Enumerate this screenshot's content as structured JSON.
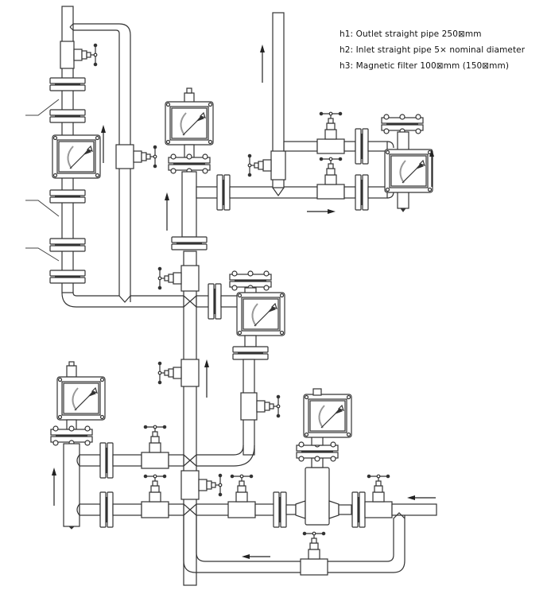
{
  "legend": {
    "items": [
      {
        "label": "h1: Outlet straight pipe 250⊠mm"
      },
      {
        "label": "h2: Inlet straight pipe 5× nominal diameter"
      },
      {
        "label": "h3: Magnetic filter 100⊠mm (150⊠mm)"
      }
    ]
  },
  "diagram": {
    "title": "Metal tube rotameter installation schematic",
    "components": {
      "flowmeters": [
        "flowmeter-vertical-left-top",
        "flowmeter-vertical-center-top",
        "flowmeter-right-top",
        "flowmeter-center",
        "flowmeter-left-bottom",
        "flowmeter-bottom-right"
      ],
      "valves": [
        "valve-left-top",
        "valve-bypass-left",
        "valve-tee-center-top",
        "valve-right-upper",
        "valve-right-lower",
        "valve-right-branch",
        "valve-center-left",
        "valve-center-lower",
        "valve-center-right",
        "valve-bottom-left-upper",
        "valve-bottom-left-lower",
        "valve-bottom-center",
        "valve-bottom-middle",
        "valve-bottom-right",
        "valve-bottom-bypass"
      ],
      "flow_arrows": [
        "up",
        "up",
        "up",
        "up",
        "up",
        "up",
        "right",
        "left",
        "left"
      ]
    }
  }
}
